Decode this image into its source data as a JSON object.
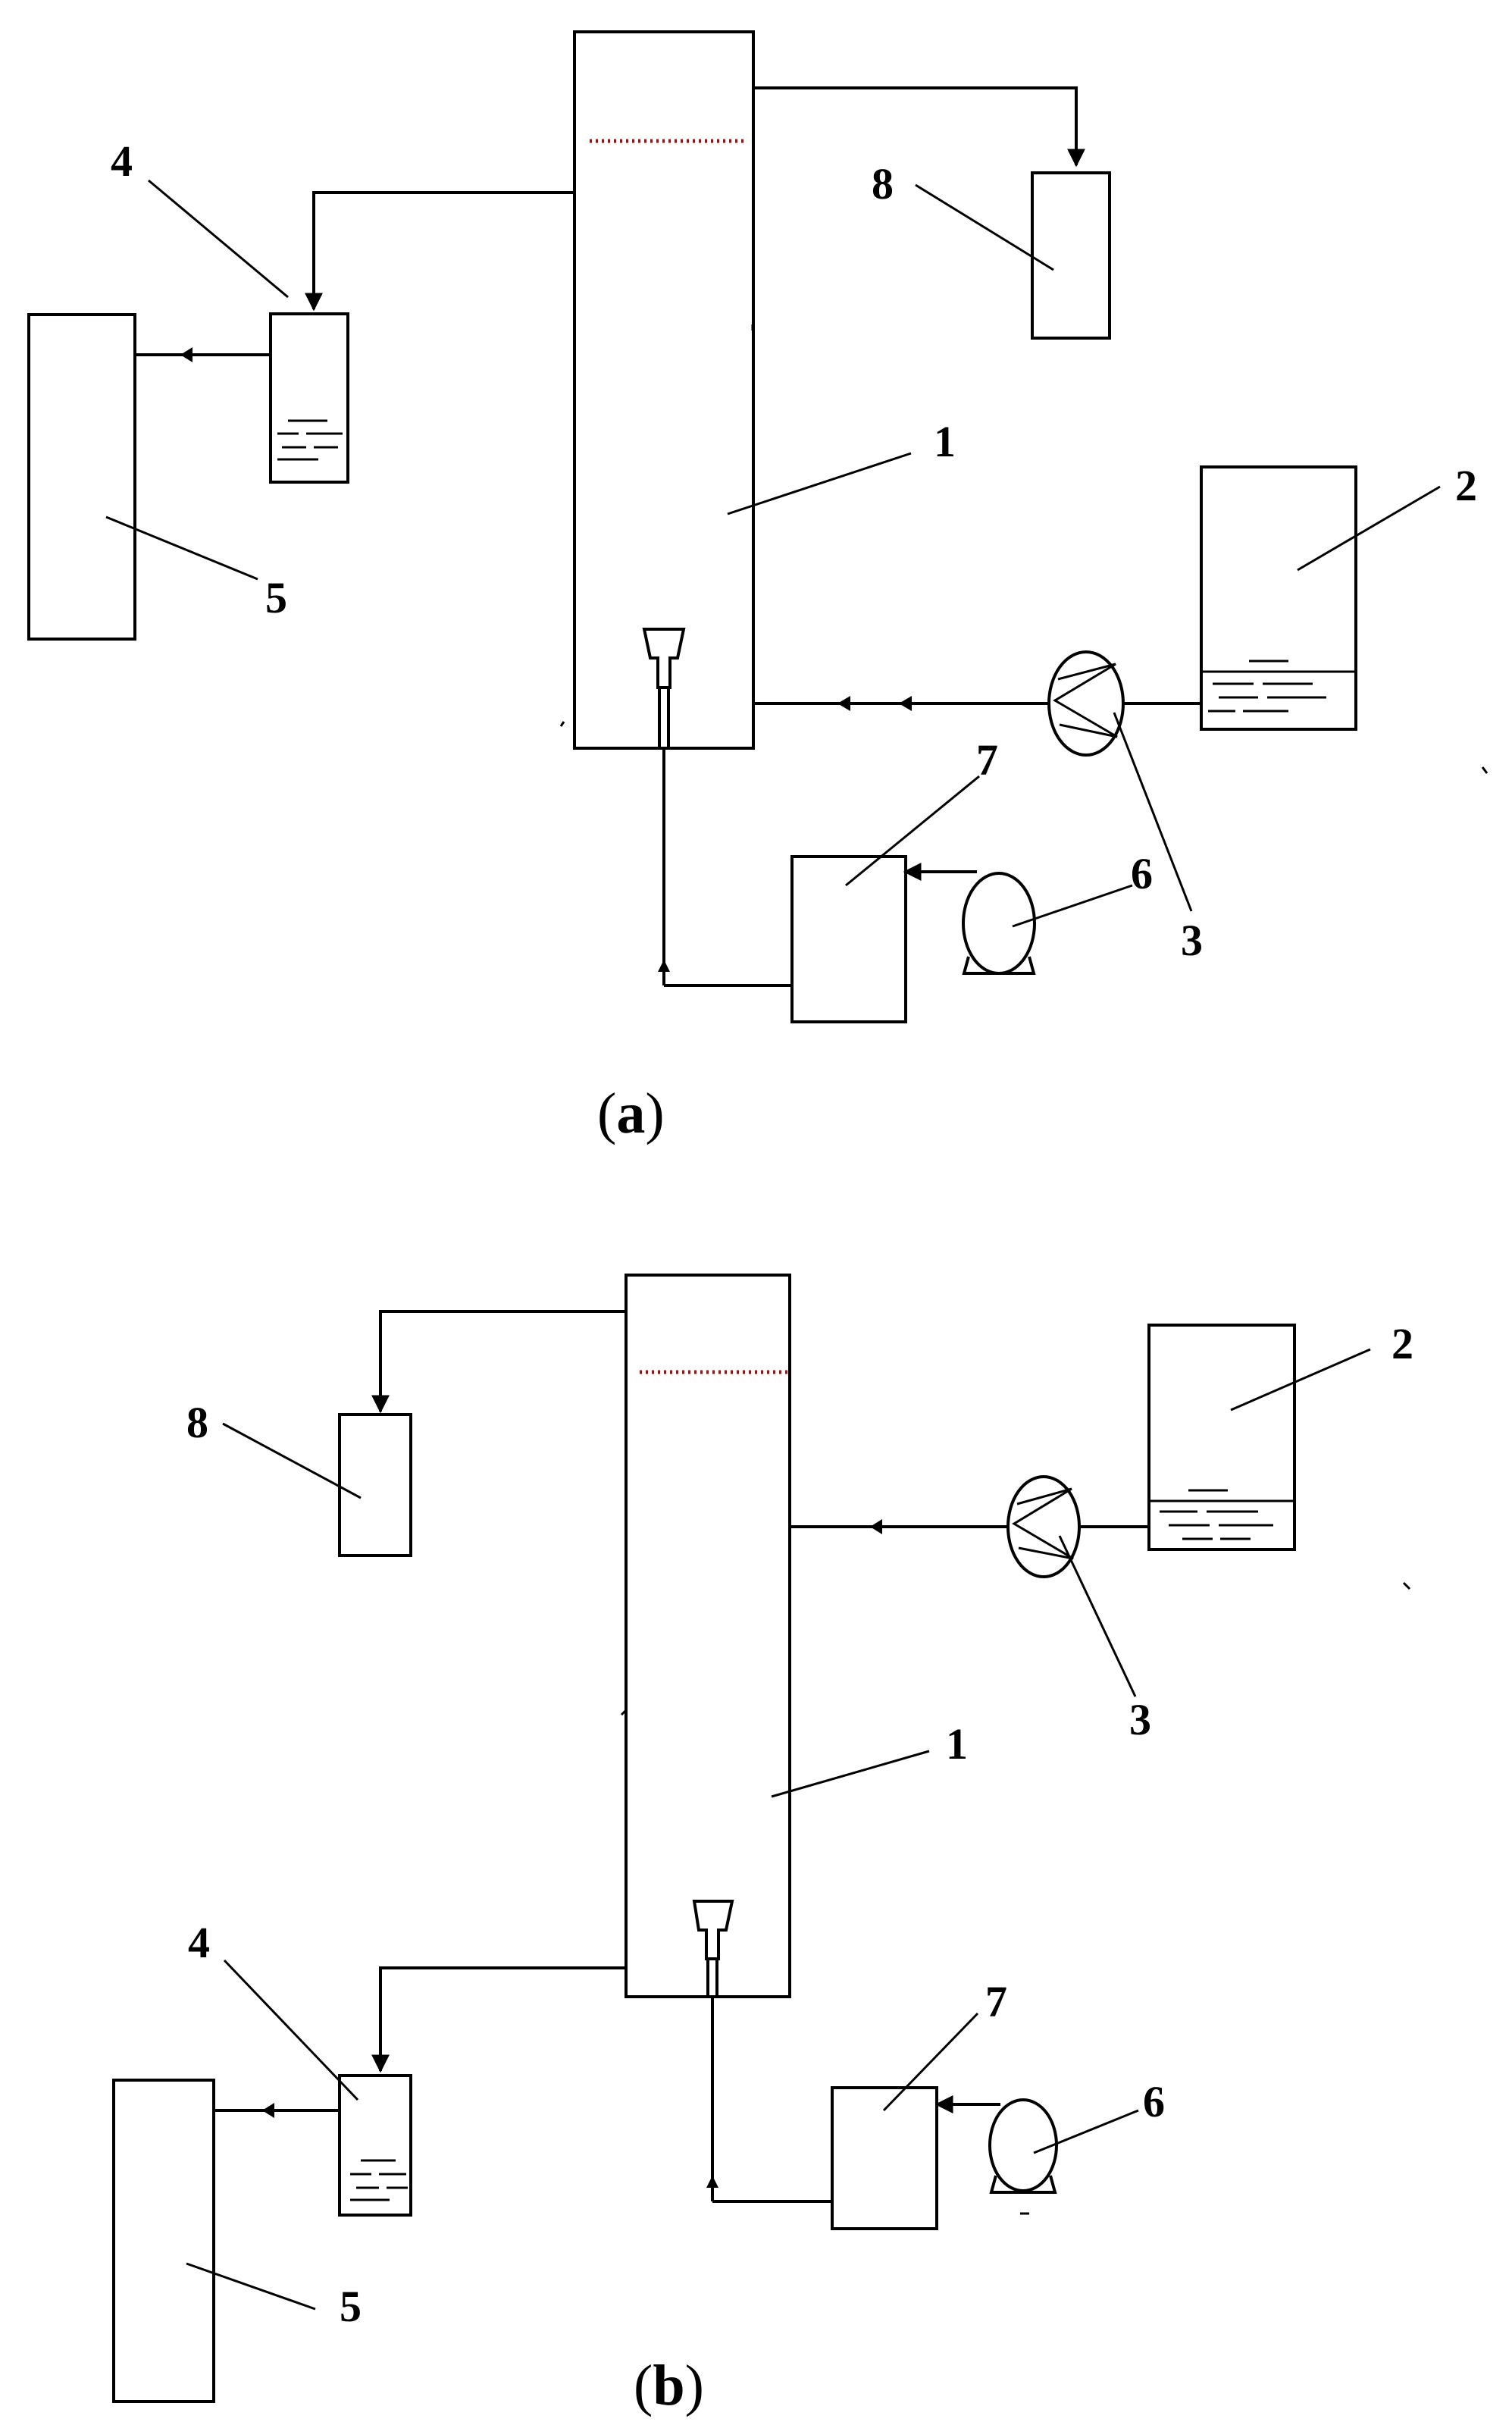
{
  "panel_a": {
    "caption_open": "(",
    "caption_letter": "a",
    "caption_close": ")",
    "labels": {
      "n1": "1",
      "n2": "2",
      "n3": "3",
      "n4": "4",
      "n5": "5",
      "n6": "6",
      "n7": "7",
      "n8": "8"
    }
  },
  "panel_b": {
    "caption_open": "(",
    "caption_letter": "b",
    "caption_close": ")",
    "labels": {
      "n1": "1",
      "n2": "2",
      "n3": "3",
      "n4": "4",
      "n5": "5",
      "n6": "6",
      "n7": "7",
      "n8": "8"
    }
  }
}
